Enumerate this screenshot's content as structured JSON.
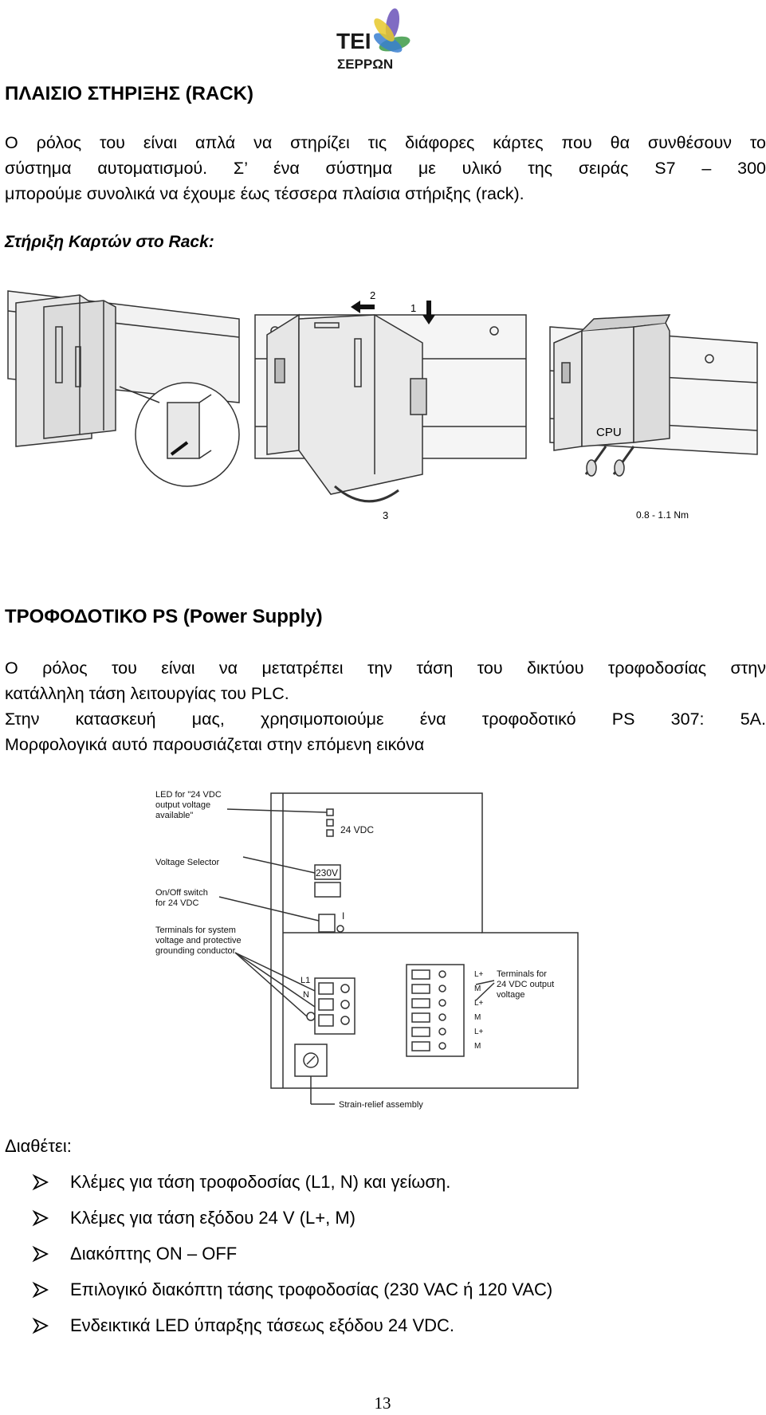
{
  "logo": {
    "text_line1": "ΤΕΙ",
    "text_line2": "ΣΕΡΡΩΝ"
  },
  "rack_section": {
    "heading": "ΠΛΑΙΣΙΟ ΣΤΗΡΙΞΗΣ (RACK)",
    "paragraph_lines": [
      "Ο ρόλος του είναι απλά να στηρίζει τις διάφορες κάρτες που θα συνθέσουν το",
      "σύστημα αυτοματισμού. Σ’ ένα σύστημα με υλικό της σειράς S7 – 300",
      "μπορούμε συνολικά να έχουμε έως τέσσερα πλαίσια στήριξης (rack)."
    ],
    "subheading": "Στήριξη Καρτών στο Rack:",
    "figure_labels": {
      "step1": "1",
      "step2": "2",
      "step3": "3",
      "cpu": "CPU",
      "torque": "0.8 - 1.1 Nm"
    }
  },
  "ps_section": {
    "heading": "ΤΡΟΦΟΔΟΤΙΚΟ PS (Power Supply)",
    "paragraph_lines": [
      "Ο ρόλος του είναι να μετατρέπει την τάση του δικτύου τροφοδοσίας στην",
      "κατάλληλη τάση λειτουργίας του PLC.",
      "Στην κατασκευή μας, χρησιμοποιούμε ένα τροφοδοτικό PS 307: 5A.",
      "Μορφολογικά αυτό παρουσιάζεται στην επόμενη εικόνα"
    ],
    "figure_labels": {
      "led_label": [
        "LED for \"24 VDC",
        "output voltage",
        "available\""
      ],
      "voltage_selector": "Voltage Selector",
      "onoff_label": [
        "On/Off switch",
        "for 24 VDC"
      ],
      "terminals_label": [
        "Terminals for system",
        "voltage and protective",
        "grounding conductor"
      ],
      "vdc": "24 VDC",
      "v230": "230V",
      "switch_on": "I",
      "l1": "L1",
      "n": "N",
      "out_terms": [
        "L+",
        "M",
        "L+",
        "M",
        "L+",
        "M"
      ],
      "terminals_out_label": [
        "Terminals for",
        "24 VDC output",
        "voltage"
      ],
      "strain_relief": "Strain-relief assembly"
    }
  },
  "features": {
    "intro": "Διαθέτει:",
    "items": [
      "Κλέμες για τάση τροφοδοσίας (L1, N) και γείωση.",
      "Κλέμες για τάση εξόδου 24 V (L+, M)",
      "Διακόπτης ON – OFF",
      "Επιλογικό διακόπτη τάσης τροφοδοσίας (230 VAC ή 120 VAC)",
      "Ενδεικτικά LED ύπαρξης τάσεως εξόδου 24 VDC."
    ]
  },
  "page_number": "13"
}
